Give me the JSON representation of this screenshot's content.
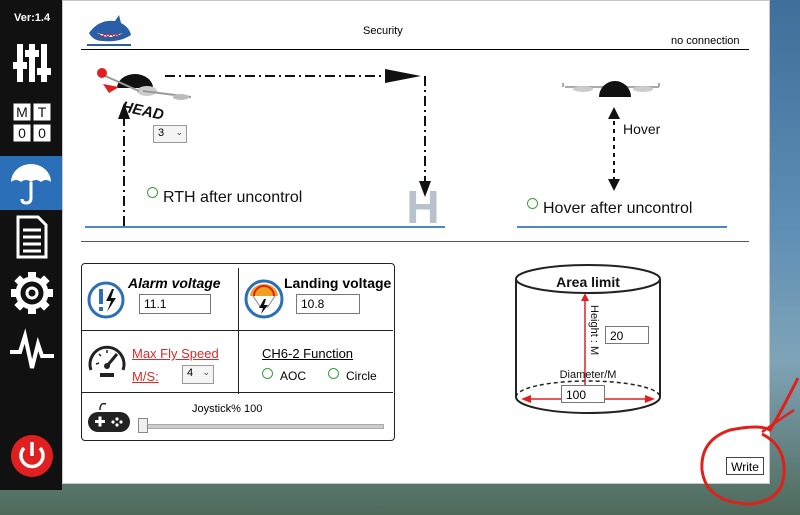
{
  "app": {
    "version": "Ver:1.4",
    "title": "Security",
    "status": "no connection"
  },
  "sidebar": {
    "items": [
      {
        "name": "sliders"
      },
      {
        "name": "mt-00",
        "letters": [
          "M",
          "T",
          "0",
          "0"
        ]
      },
      {
        "name": "umbrella",
        "active": true
      },
      {
        "name": "document"
      },
      {
        "name": "gear"
      },
      {
        "name": "pulse"
      },
      {
        "name": "power"
      }
    ]
  },
  "rth": {
    "head_label": "HEAD",
    "select_value": "3",
    "option_label": "RTH after uncontrol",
    "h_mark": "H"
  },
  "hover": {
    "label": "Hover",
    "option_label": "Hover after uncontrol"
  },
  "alarm": {
    "label": "Alarm voltage",
    "value": "11.1"
  },
  "landing": {
    "label": "Landing voltage",
    "value": "10.8"
  },
  "speed": {
    "label_line1": "Max Fly Speed",
    "label_line2": "M/S:",
    "value": "4"
  },
  "ch6": {
    "label": "CH6-2 Function",
    "opt1": "AOC",
    "opt2": "Circle"
  },
  "joystick": {
    "label": "Joystick%",
    "value": "100",
    "fraction": 0.0
  },
  "area": {
    "title": "Area limit",
    "height_label": "Height : M",
    "height_value": "20",
    "diameter_label": "Diameter/M",
    "diameter_value": "100"
  },
  "write_label": "Write",
  "colors": {
    "accent": "#2a6fb8",
    "annotation": "#e0201a",
    "radio": "#3c9e3c"
  }
}
